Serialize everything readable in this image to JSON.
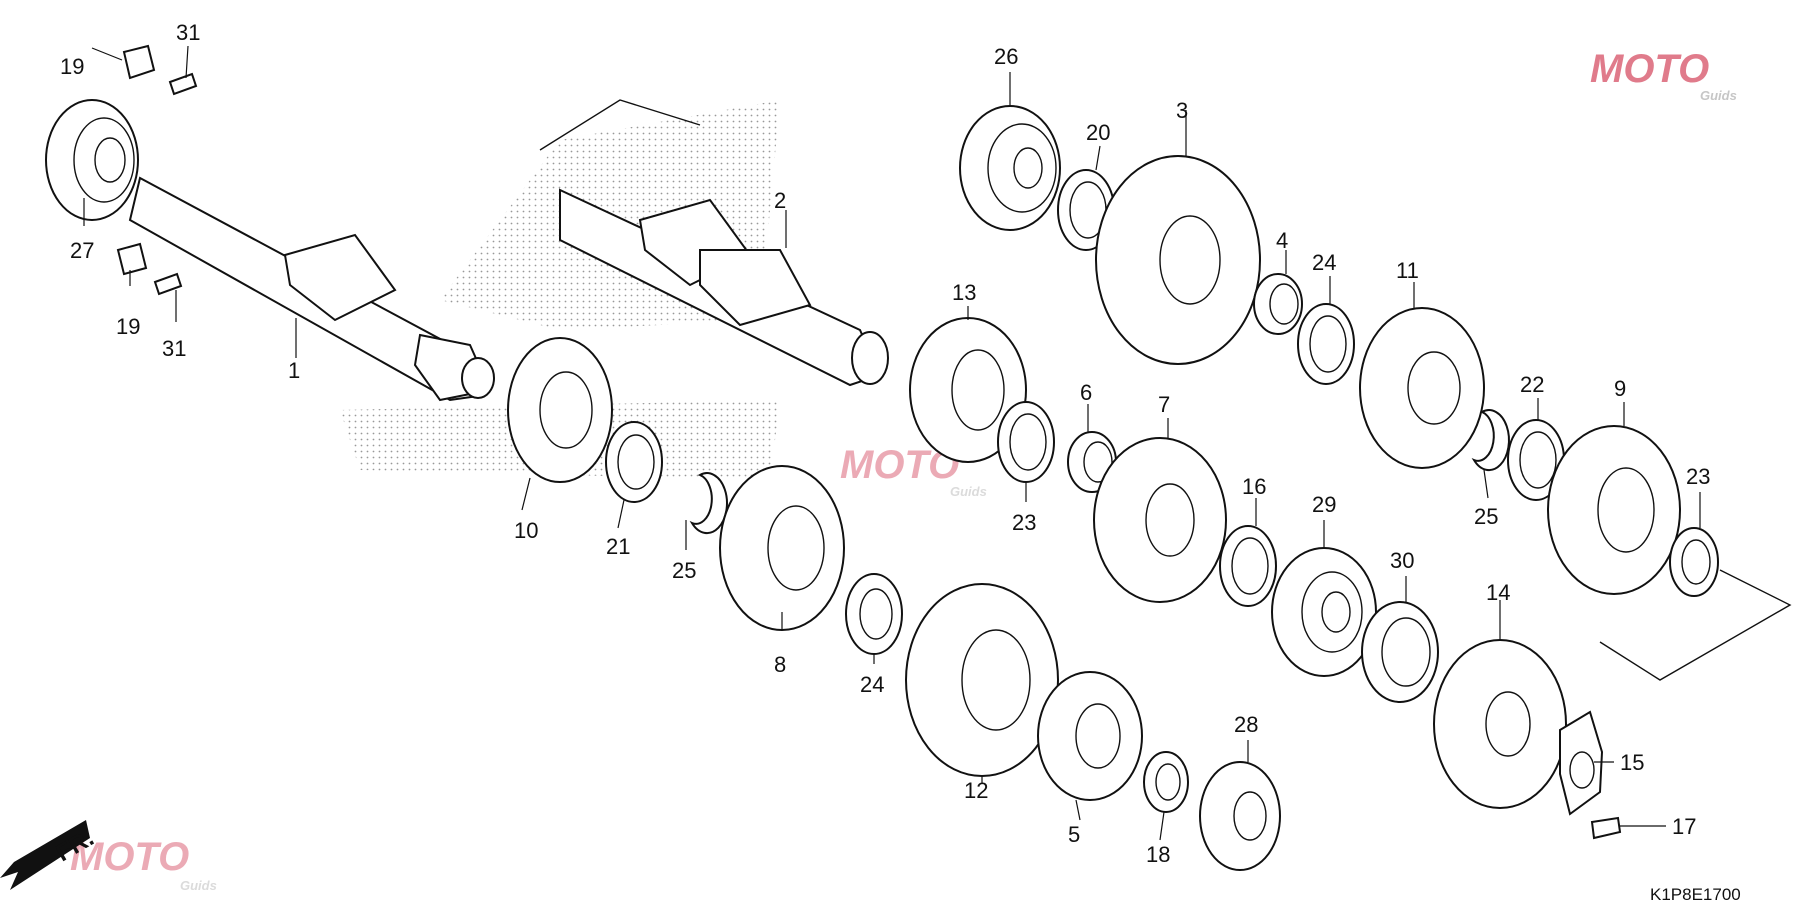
{
  "diagram": {
    "code": "K1P8E1700",
    "front_marker": "FR.",
    "watermark": {
      "brand": "MOTO",
      "sub": "Guids"
    },
    "labels": [
      "1",
      "2",
      "3",
      "4",
      "5",
      "6",
      "7",
      "8",
      "9",
      "10",
      "11",
      "12",
      "13",
      "14",
      "15",
      "16",
      "17",
      "18",
      "19",
      "19",
      "20",
      "21",
      "22",
      "23",
      "23",
      "24",
      "24",
      "25",
      "25",
      "26",
      "27",
      "28",
      "29",
      "30",
      "31",
      "31"
    ]
  }
}
